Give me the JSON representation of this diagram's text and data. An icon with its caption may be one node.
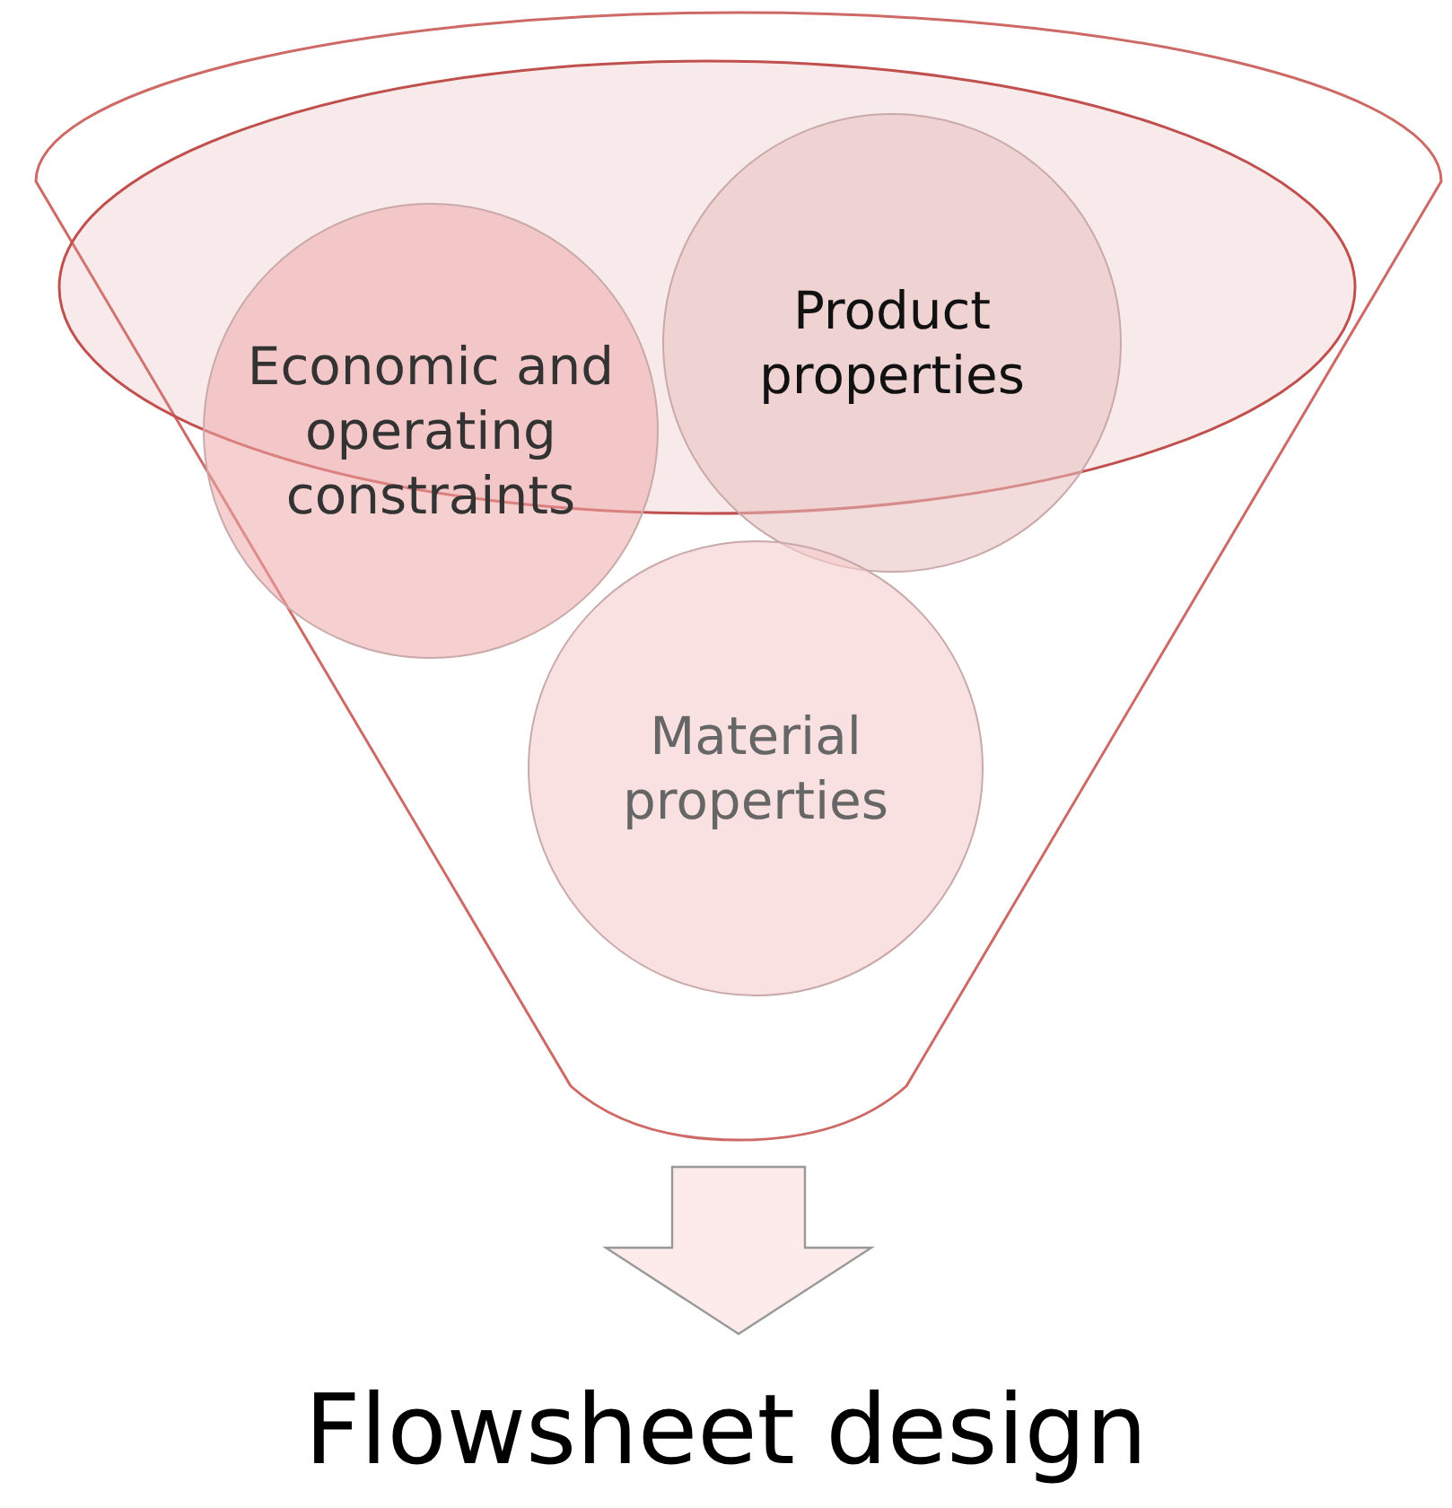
{
  "diagram": {
    "nodes": [
      {
        "text": [],
        "shape": "funnel"
      },
      {
        "text": [],
        "shape": "ellipse",
        "in": 0
      },
      {
        "text": [
          "Economic and operating constraints"
        ],
        "in": 0
      },
      {
        "text": [
          "Product properties"
        ],
        "in": 0
      },
      {
        "text": [
          "Material properties"
        ],
        "in": 0
      },
      {
        "text": [
          "Flowsheet design"
        ]
      }
    ],
    "edges": [
      {
        "from": 0,
        "to": 5,
        "arrow": "to"
      }
    ]
  }
}
